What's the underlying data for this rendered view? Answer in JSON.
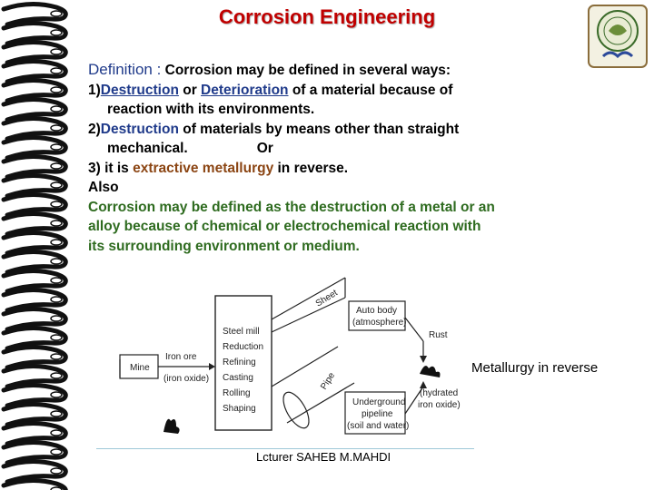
{
  "slide": {
    "title": "Corrosion Engineering",
    "definition_label": "Definition :",
    "definition_intro": " Corrosion may be defined in several ways:",
    "item1": {
      "num": "1)",
      "w1": "Destruction",
      "or": " or ",
      "w2": "Deterioration",
      "rest": " of a material because of",
      "cont": "reaction with its environments."
    },
    "item2": {
      "num": "2)",
      "w1": "Destruction",
      "rest": " of materials by means other than straight",
      "cont": "mechanical.",
      "or": "Or"
    },
    "item3": {
      "pre": "3) it is ",
      "term": "extractive metallurgy",
      "post": " in reverse."
    },
    "also": "Also",
    "final": [
      "Corrosion may be defined as the destruction of a metal or an",
      "alloy because of chemical or electrochemical reaction with",
      "its surrounding environment or medium."
    ],
    "metallurgy_label": "Metallurgy in reverse",
    "footer": "Lcturer SAHEB M.MAHDI"
  },
  "diagram": {
    "mine": "Mine",
    "iron_ore": "Iron ore",
    "iron_oxide": "(iron oxide)",
    "mill": [
      "Steel mill",
      "Reduction",
      "Refining",
      "Casting",
      "Rolling",
      "Shaping"
    ],
    "sheet": "Sheet",
    "pipe": "Pipe",
    "auto_body": [
      "Auto body",
      "(atmosphere)"
    ],
    "rust": "Rust",
    "pipeline": [
      "Underground",
      "pipeline",
      "(soil and water)"
    ],
    "hydrated": [
      "(hydrated",
      "iron oxide)"
    ]
  },
  "colors": {
    "title": "#c00000",
    "blue": "#1f3a8a",
    "brown": "#8b4513",
    "green": "#2e6b1f"
  }
}
